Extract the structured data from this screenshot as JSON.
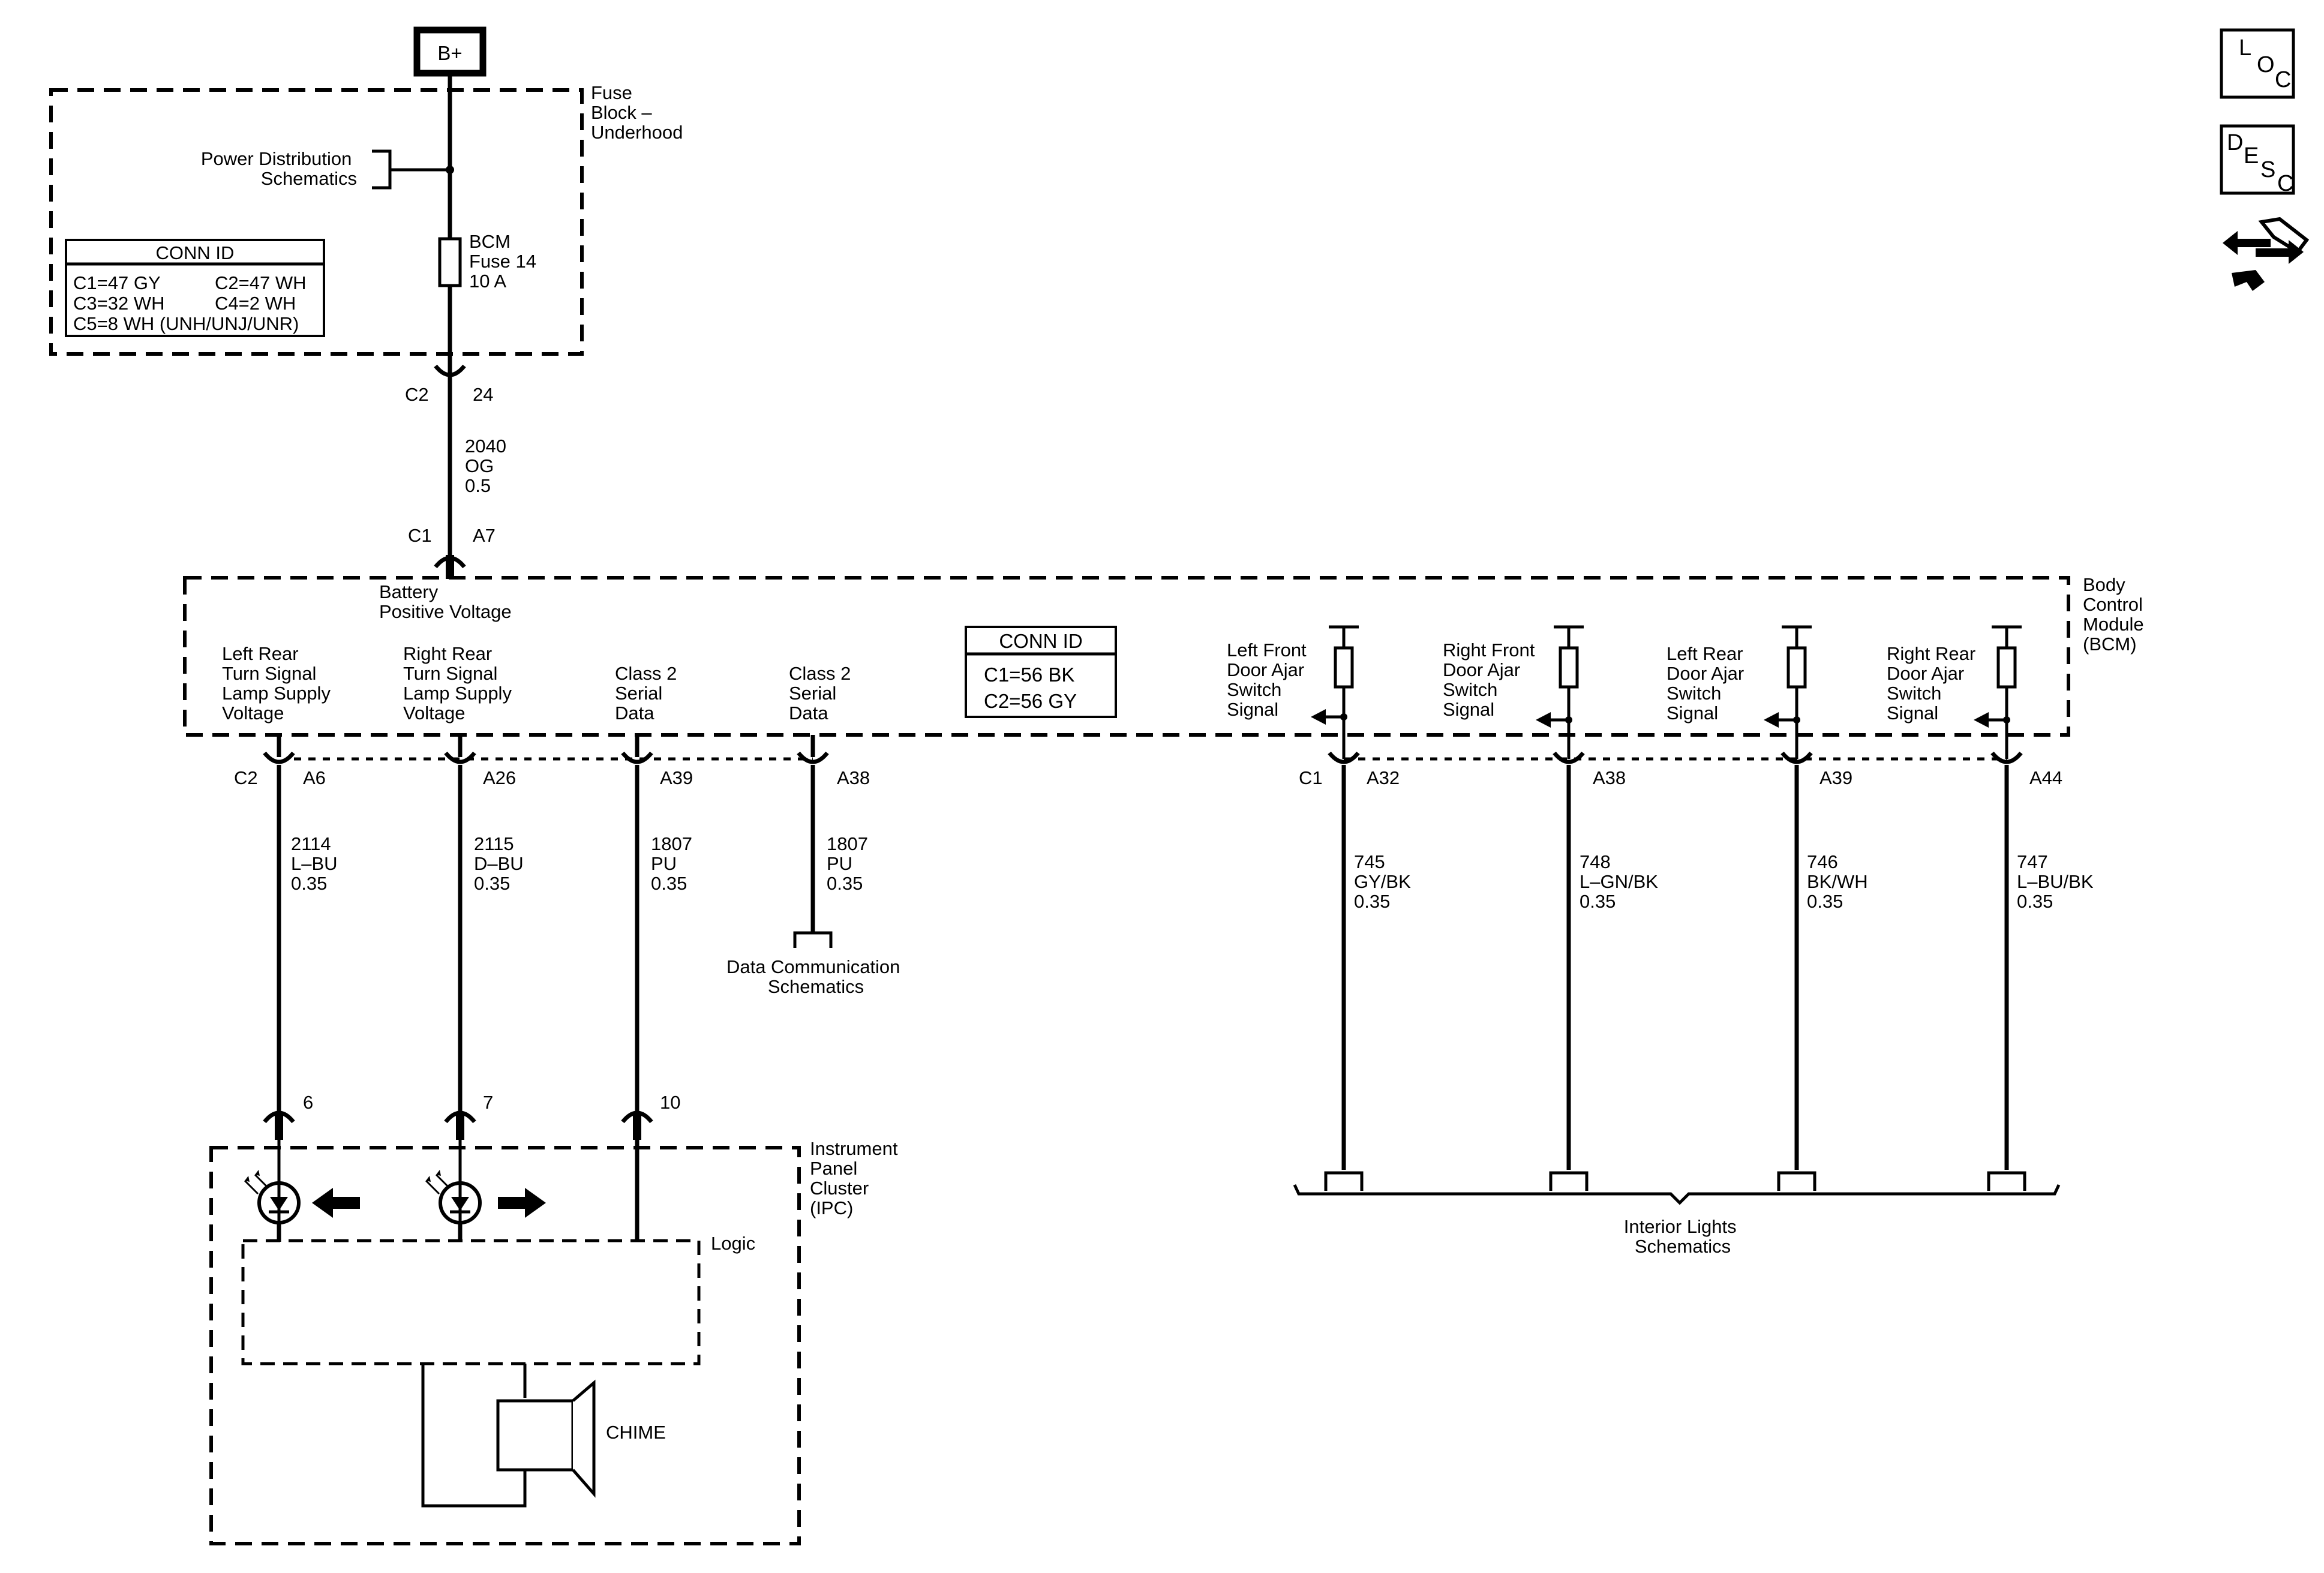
{
  "power": {
    "b_plus": "B+",
    "fuse_block": [
      "Fuse",
      "Block –",
      "Underhood"
    ],
    "power_distribution": [
      "Power Distribution",
      "Schematics"
    ],
    "fuse_label": [
      "BCM",
      "Fuse 14",
      "10 A"
    ],
    "conn_id": {
      "title": "CONN ID",
      "rows": [
        [
          "C1=47 GY",
          "C2=47 WH"
        ],
        [
          "C3=32 WH",
          "C4=2 WH"
        ],
        [
          "C5=8 WH (UNH/UNJ/UNR)",
          ""
        ]
      ]
    },
    "connector_c2": "C2",
    "connector_c2_pin": "24",
    "wire": [
      "2040",
      "OG",
      "0.5"
    ],
    "connector_c1": "C1",
    "connector_c1_pin": "A7"
  },
  "bcm": {
    "name": [
      "Body",
      "Control",
      "Module",
      "(BCM)"
    ],
    "battery_voltage": [
      "Battery",
      "Positive Voltage"
    ],
    "conn_id": {
      "title": "CONN ID",
      "rows": [
        "C1=56 BK",
        "C2=56 GY"
      ]
    },
    "left_signals": [
      {
        "label": [
          "Left Rear",
          "Turn Signal",
          "Lamp Supply",
          "Voltage"
        ],
        "connector": "C2",
        "pin": "A6",
        "wire": [
          "2114",
          "L–BU",
          "0.35"
        ],
        "ipc_pin": "6"
      },
      {
        "label": [
          "Right Rear",
          "Turn Signal",
          "Lamp Supply",
          "Voltage"
        ],
        "connector": "",
        "pin": "A26",
        "wire": [
          "2115",
          "D–BU",
          "0.35"
        ],
        "ipc_pin": "7"
      },
      {
        "label": [
          "Class 2",
          "Serial",
          "Data"
        ],
        "connector": "",
        "pin": "A39",
        "wire": [
          "1807",
          "PU",
          "0.35"
        ],
        "ipc_pin": "10"
      },
      {
        "label": [
          "Class 2",
          "Serial",
          "Data"
        ],
        "connector": "",
        "pin": "A38",
        "wire": [
          "1807",
          "PU",
          "0.35"
        ],
        "ipc_pin": ""
      }
    ],
    "data_comm": [
      "Data Communication",
      "Schematics"
    ],
    "door_switches": [
      {
        "label": [
          "Left Front",
          "Door Ajar",
          "Switch",
          "Signal"
        ],
        "connector": "C1",
        "pin": "A32",
        "wire": [
          "745",
          "GY/BK",
          "0.35"
        ]
      },
      {
        "label": [
          "Right Front",
          "Door Ajar",
          "Switch",
          "Signal"
        ],
        "connector": "",
        "pin": "A38",
        "wire": [
          "748",
          "L–GN/BK",
          "0.35"
        ]
      },
      {
        "label": [
          "Left Rear",
          "Door Ajar",
          "Switch",
          "Signal"
        ],
        "connector": "",
        "pin": "A39",
        "wire": [
          "746",
          "BK/WH",
          "0.35"
        ]
      },
      {
        "label": [
          "Right Rear",
          "Door Ajar",
          "Switch",
          "Signal"
        ],
        "connector": "",
        "pin": "A44",
        "wire": [
          "747",
          "L–BU/BK",
          "0.35"
        ]
      }
    ],
    "interior_lights": [
      "Interior Lights",
      "Schematics"
    ]
  },
  "ipc": {
    "name": [
      "Instrument",
      "Panel",
      "Cluster",
      "(IPC)"
    ],
    "logic": "Logic",
    "chime": "CHIME"
  },
  "nav_icons": {
    "loc": [
      "L",
      "O",
      "C"
    ],
    "desc": [
      "D",
      "E",
      "S",
      "C"
    ],
    "component_icon": "component-locator-icon"
  }
}
